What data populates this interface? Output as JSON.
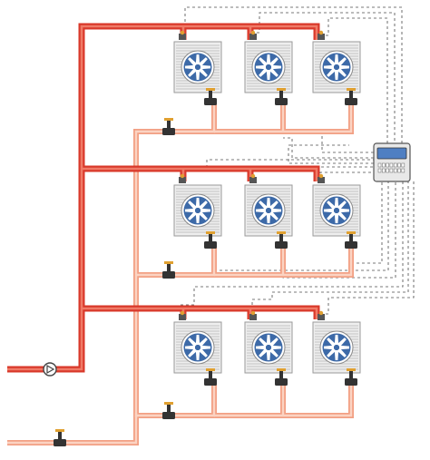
{
  "colors": {
    "supply_outer": "#d9382a",
    "supply_inner": "#f07a66",
    "return_outer": "#f2a084",
    "return_inner": "#fbd3c2",
    "control_wire": "#7a7a7a",
    "unit_body": "#eeeeee",
    "unit_fins": "#b5b5b5",
    "fan_disk": "#3d6aa8",
    "valve": "#333333",
    "valve_accent": "#e0a030",
    "controller_screen": "#4f7fc2"
  },
  "diagram": {
    "nodes": [
      {
        "id": "pump",
        "kind": "circulation-pump",
        "icon": "pump-icon"
      },
      {
        "id": "controller",
        "kind": "controller",
        "icon": "controller-icon"
      },
      {
        "id": "main-balancing-valve",
        "kind": "balancing-valve",
        "icon": "valve-icon"
      },
      {
        "id": "zone-1",
        "kind": "zone",
        "units": 3
      },
      {
        "id": "zone-2",
        "kind": "zone",
        "units": 3
      },
      {
        "id": "zone-3",
        "kind": "zone",
        "units": 3
      }
    ],
    "edges": [
      {
        "from": "pump",
        "to": "zone-1",
        "kind": "supply-pipe"
      },
      {
        "from": "pump",
        "to": "zone-2",
        "kind": "supply-pipe"
      },
      {
        "from": "pump",
        "to": "zone-3",
        "kind": "supply-pipe"
      },
      {
        "from": "zone-1",
        "to": "main-balancing-valve",
        "kind": "return-pipe"
      },
      {
        "from": "zone-2",
        "to": "main-balancing-valve",
        "kind": "return-pipe"
      },
      {
        "from": "zone-3",
        "to": "main-balancing-valve",
        "kind": "return-pipe"
      },
      {
        "from": "controller",
        "to": "zone-1",
        "kind": "control-wiring"
      },
      {
        "from": "controller",
        "to": "zone-2",
        "kind": "control-wiring"
      },
      {
        "from": "controller",
        "to": "zone-3",
        "kind": "control-wiring"
      }
    ]
  }
}
